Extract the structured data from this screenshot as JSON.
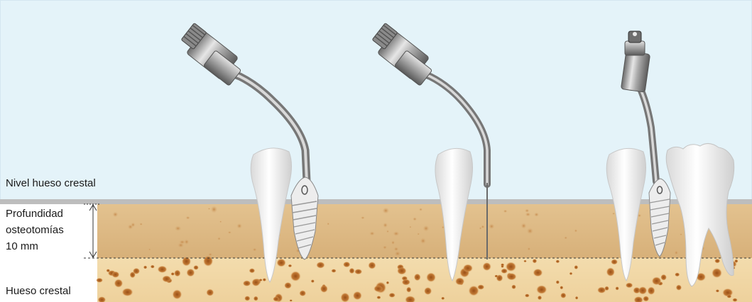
{
  "labels": {
    "crestal_level": "Nivel hueso crestal",
    "osteotomy_depth_line1": "Profundidad",
    "osteotomy_depth_line2": "osteotomías",
    "osteotomy_depth_line3": "10 mm",
    "crestal_bone": "Hueso crestal"
  },
  "colors": {
    "background": "#e4f3f9",
    "bone_upper": "#ddb882",
    "bone_lower": "#f1d7a5",
    "crestal_band": "#b8b8b8",
    "metal": "#9c9c9c",
    "tooth": "#f6f6f6"
  },
  "instruments": [
    {
      "name": "osteotomy-tip-curved"
    },
    {
      "name": "pilot-tip"
    },
    {
      "name": "osteotomy-tip-angled"
    }
  ]
}
